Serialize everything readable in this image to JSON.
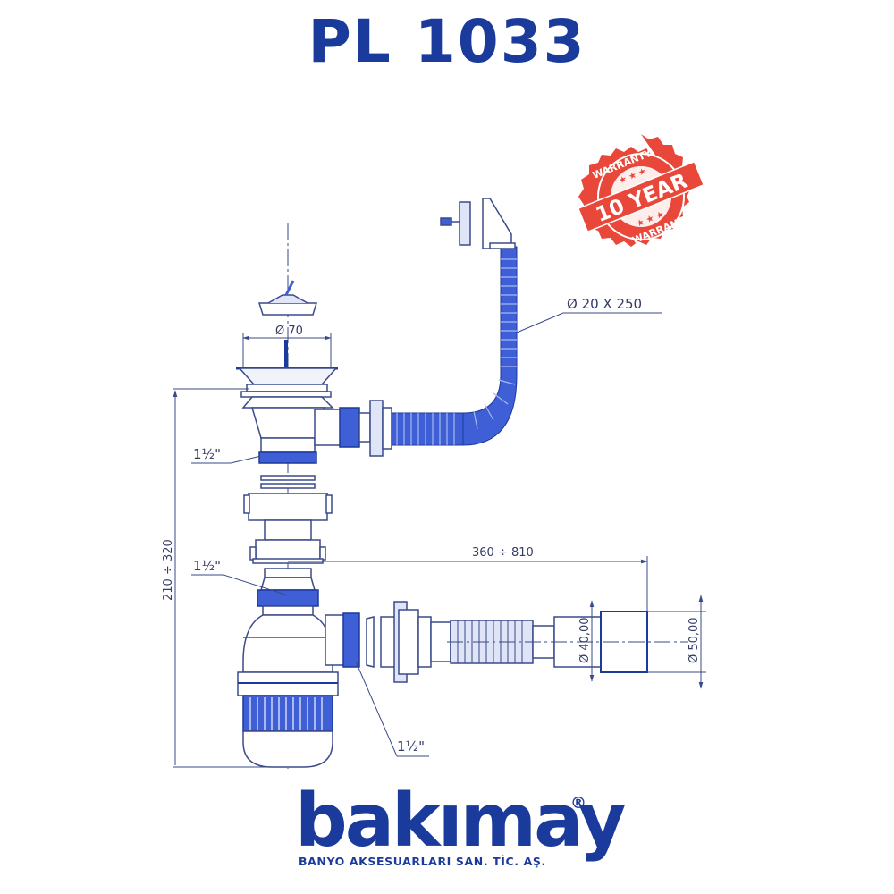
{
  "header": {
    "title": "PL 1033"
  },
  "badge": {
    "top_text": "WARRANTY",
    "center_text": "10 YEAR",
    "bottom_text": "WARRANTY",
    "color": "#e8473a"
  },
  "dimensions": {
    "overflow_hose": "Ø 20 X 250",
    "strainer_diameter": "Ø 70",
    "thread_upper": "1½\"",
    "thread_middle": "1½\"",
    "thread_side": "1½\"",
    "height_range": "210 ÷ 320",
    "length_range": "360 ÷ 810",
    "outlet_small": "Ø 40,00",
    "outlet_large": "Ø 50,00"
  },
  "brand": {
    "name": "bakımay",
    "registered": "®",
    "tagline": "BANYO AKSESUARLARI SAN. TİC. AŞ."
  },
  "colors": {
    "brand_blue": "#1a3a9c",
    "line": "#3a4a8a",
    "part_blue": "#3f5fd6",
    "badge_red": "#e8473a"
  }
}
